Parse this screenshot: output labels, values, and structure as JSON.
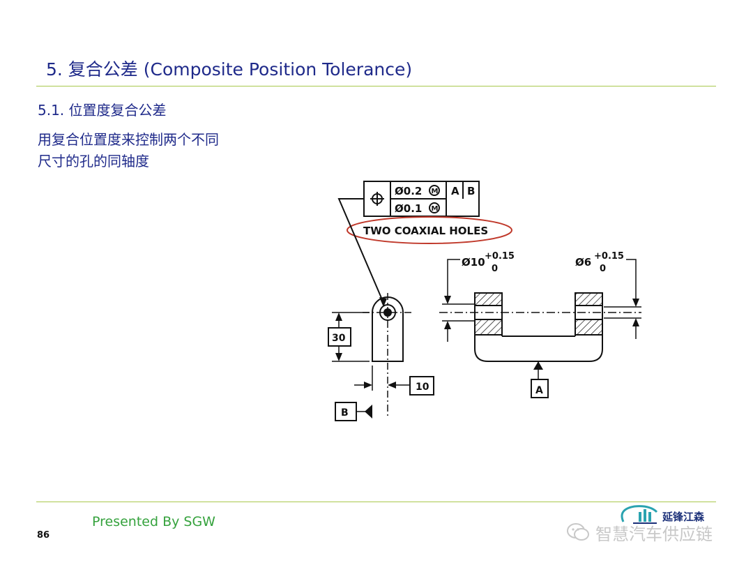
{
  "slide": {
    "title": "5. 复合公差 (Composite Position Tolerance)",
    "subtitle": "5.1. 位置度复合公差",
    "body_lines": [
      "用复合位置度来控制两个不同",
      "尺寸的孔的同轴度"
    ],
    "footer": "Presented By SGW",
    "page_number": "86"
  },
  "drawing": {
    "fcf_row1_tol": "Ø0.2",
    "fcf_row2_tol": "Ø0.1",
    "fcf_datum_a": "A",
    "fcf_datum_b": "B",
    "note": "TWO COAXIAL HOLES",
    "dim_left_diameter": "Ø10",
    "dim_right_diameter": "Ø6",
    "tol_upper": "+0.15",
    "tol_lower": "0",
    "dim_height": "30",
    "dim_offset": "10",
    "datum_a_label": "A",
    "datum_b_label": "B"
  },
  "branding": {
    "logo_text": "延锋江森",
    "watermark_text": "智慧汽车供应链"
  },
  "colors": {
    "title": "#1f2a8a",
    "rule": "#a8c84c",
    "footer": "#35a23d",
    "highlight_ellipse": "#c0392b"
  }
}
